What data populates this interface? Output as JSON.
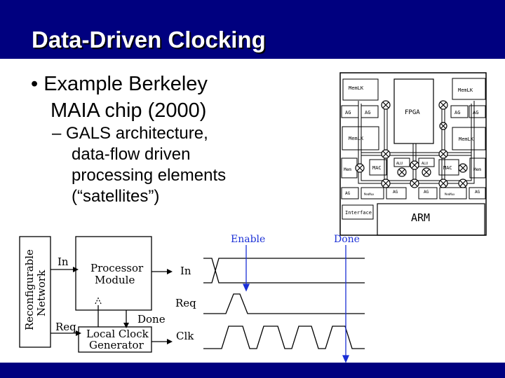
{
  "slide": {
    "title": "Data-Driven Clocking",
    "bullet1_line1": "Example Berkeley",
    "bullet1_line2": "MAIA chip (2000)",
    "bullet_marker": "•",
    "sub_marker": "–",
    "sub_bullet_lines": [
      "GALS architecture,",
      "data-flow driven",
      "processing elements",
      "(“satellites”)"
    ]
  },
  "chip": {
    "blocks": {
      "mem_tl": "MemLK",
      "mem_tr": "MemLK",
      "mem_ml": "MemLK",
      "mem_mr": "MemLK",
      "fpga": "FPGA",
      "ag1": "AG",
      "ag2": "AG",
      "ag3": "AG",
      "ag4": "AG",
      "mac_l": "MAC",
      "mac_r": "MAC",
      "alu_l": "ALU",
      "alu_r": "ALU",
      "mem_l": "Mem",
      "mem_r": "Mem",
      "ag5": "AG",
      "ag6": "AG",
      "mm_l": "MemMux",
      "mm_r": "MemMux",
      "ag7": "AG",
      "ag8": "AG",
      "interface": "Interface",
      "arm": "ARM"
    }
  },
  "block_diagram": {
    "side_label_line1": "Reconfigurable",
    "side_label_line2": "Network",
    "in_label": "In",
    "req_label": "Req",
    "processor_line1": "Processor",
    "processor_line2": "Module",
    "done_label": "Done",
    "clock_line1": "Local Clock",
    "clock_line2": "Generator"
  },
  "timing": {
    "enable_label": "Enable",
    "done_label": "Done",
    "signals": [
      "In",
      "Req",
      "Clk"
    ],
    "colors": {
      "arrow": "#1a2fd6"
    }
  }
}
